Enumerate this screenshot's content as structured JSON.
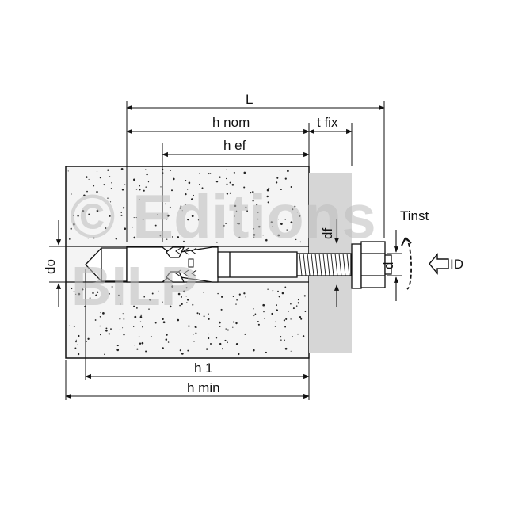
{
  "watermark": {
    "line1": "© Editions",
    "line2": "BILP"
  },
  "labels": {
    "L": "L",
    "h_nom": "h nom",
    "t_fix": "t fix",
    "h_ef": "h ef",
    "df": "df",
    "do": "do",
    "d": "d",
    "tinst": "Tinst",
    "id": "ID",
    "h1": "h 1",
    "h_min": "h min"
  },
  "colors": {
    "line": "#111111",
    "fixture": "#d9d9d9",
    "concrete": "#f2f2f2",
    "watermark": "#bdbdbd"
  }
}
